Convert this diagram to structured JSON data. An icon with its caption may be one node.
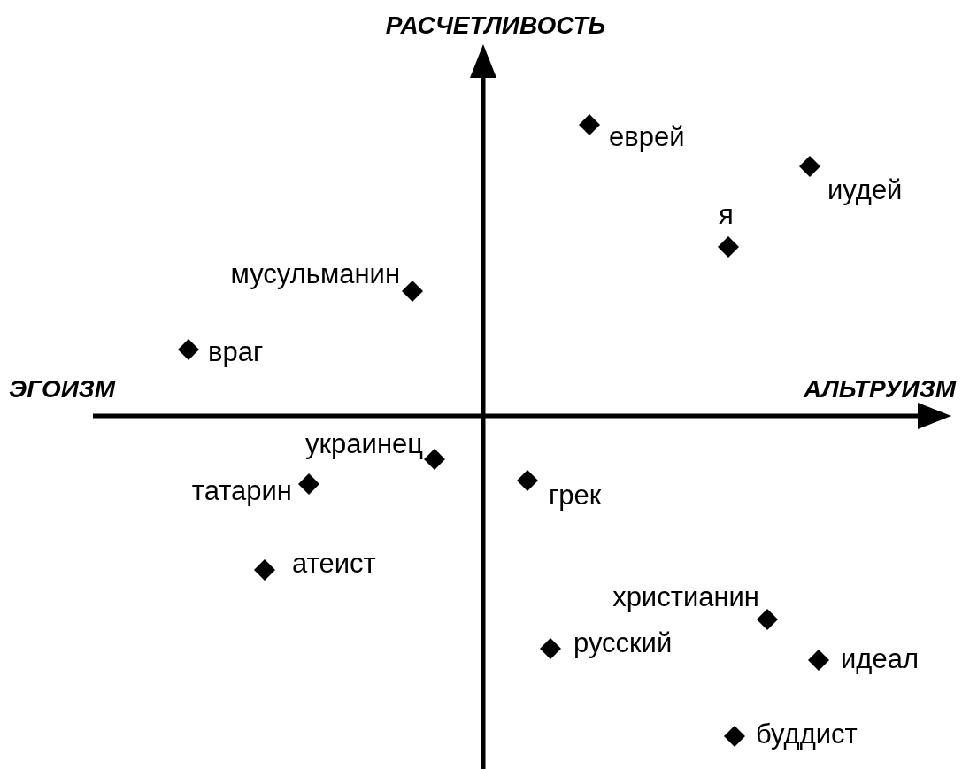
{
  "diagram": {
    "labels": [
      "РАСЧЕТЛИВОСТЬ",
      "еврей",
      "иудей",
      "я",
      "мусульманин",
      "враг",
      "ЭГОИЗМ",
      "АЛЬТРУИЗМ",
      "украинец",
      "татарин",
      "грек",
      "атеист",
      "христианин",
      "русский",
      "идеал",
      "буддист"
    ]
  }
}
